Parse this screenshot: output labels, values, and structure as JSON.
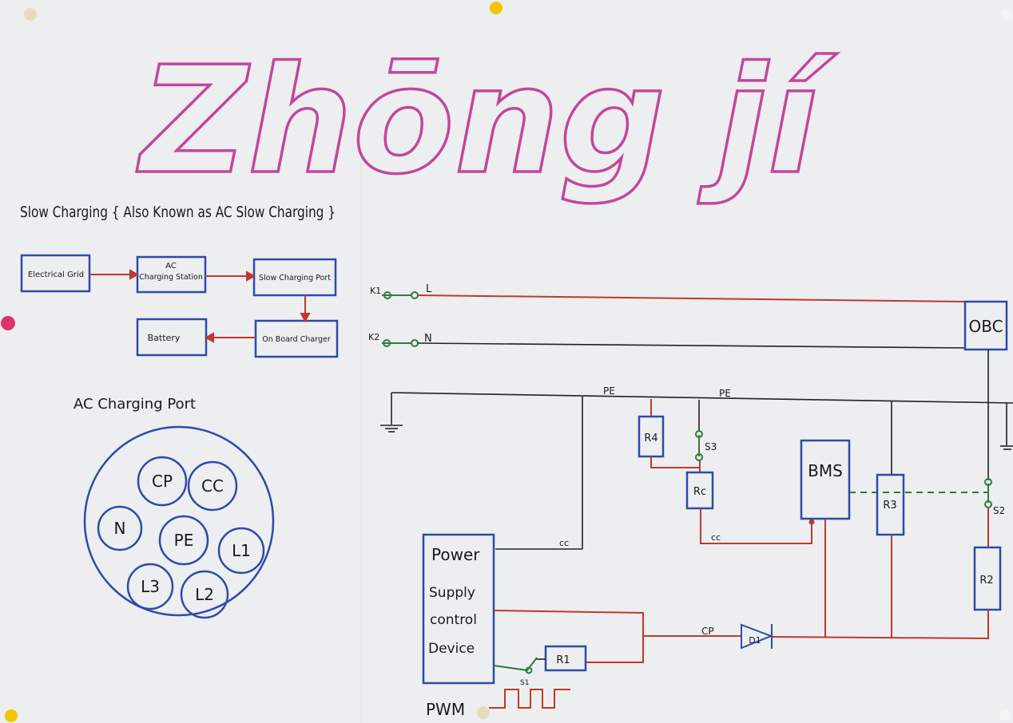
{
  "title": "Zhōng jí",
  "heading": "Slow Charging { Also Known as AC Slow Charging }",
  "flow": {
    "electrical_grid": "Electrical Grid",
    "ac_charging_station_top": "AC",
    "ac_charging_station": "Charging Station",
    "slow_charging_port": "Slow Charging Port",
    "on_board_charger": "On Board Charger",
    "battery": "Battery"
  },
  "port": {
    "title": "AC Charging Port",
    "pins": [
      "CP",
      "CC",
      "N",
      "PE",
      "L1",
      "L3",
      "L2"
    ]
  },
  "circuit": {
    "k1": "K1",
    "l": "L",
    "k2": "K2",
    "n": "N",
    "obc": "OBC",
    "pe1": "PE",
    "pe2": "PE",
    "r4": "R4",
    "s3": "S3",
    "rc": "Rc",
    "bms": "BMS",
    "r3": "R3",
    "s2": "S2",
    "r2": "R2",
    "cc1": "cc",
    "cc2": "cc",
    "cp": "CP",
    "d1": "D1",
    "r1": "R1",
    "s1": "S1",
    "power_device": [
      "Power",
      "Supply",
      "control",
      "Device"
    ],
    "pwm": "PWM"
  },
  "colors": {
    "title": "#c2479b",
    "accent": "#2e9a4a",
    "box": "#2f4aa8",
    "wire": "#c0392b"
  }
}
